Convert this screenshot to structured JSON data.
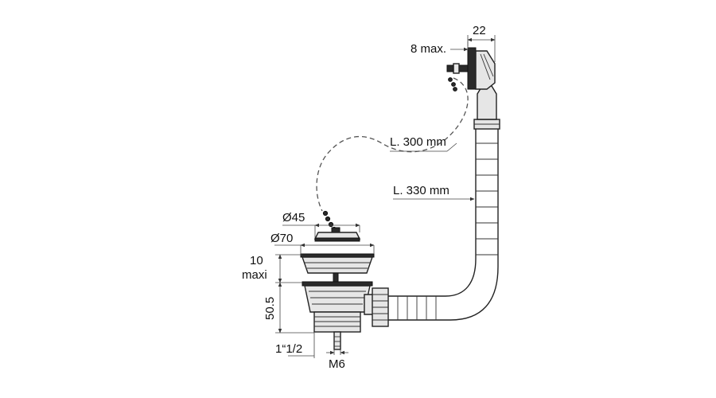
{
  "labels": {
    "plug_diameter": "Ø45",
    "strainer_diameter": "Ø70",
    "flange_thickness_value": "10",
    "flange_thickness_note": "maxi",
    "body_height": "50.5",
    "thread_size": "1“1/2",
    "screw_size": "M6",
    "chain_length": "L. 300 mm",
    "hose_length": "L. 330 mm",
    "overflow_thickness": "8 max.",
    "overflow_depth": "22"
  },
  "colors": {
    "line": "#222222",
    "fill_light": "#e6e6e6",
    "fill_dark": "#2a2a2a"
  }
}
